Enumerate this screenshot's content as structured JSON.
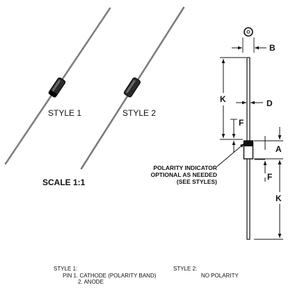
{
  "figure": {
    "style1_label": "STYLE 1",
    "style2_label": "STYLE 2",
    "scale_label": "SCALE 1:1",
    "dimensions": {
      "b": "B",
      "k_upper": "K",
      "d": "D",
      "f_upper": "F",
      "a": "A",
      "f_lower": "F",
      "k_lower": "K"
    },
    "polarity_note": {
      "line1": "POLARITY INDICATOR",
      "line2": "OPTIONAL AS NEEDED",
      "line3": "(SEE STYLES)"
    }
  },
  "notes": {
    "style1": {
      "title": "STYLE 1:",
      "pin1": "PIN 1.  CATHODE (POLARITY BAND)",
      "pin2": "2.  ANODE"
    },
    "style2": {
      "title": "STYLE 2:",
      "text": "NO POLARITY"
    }
  }
}
